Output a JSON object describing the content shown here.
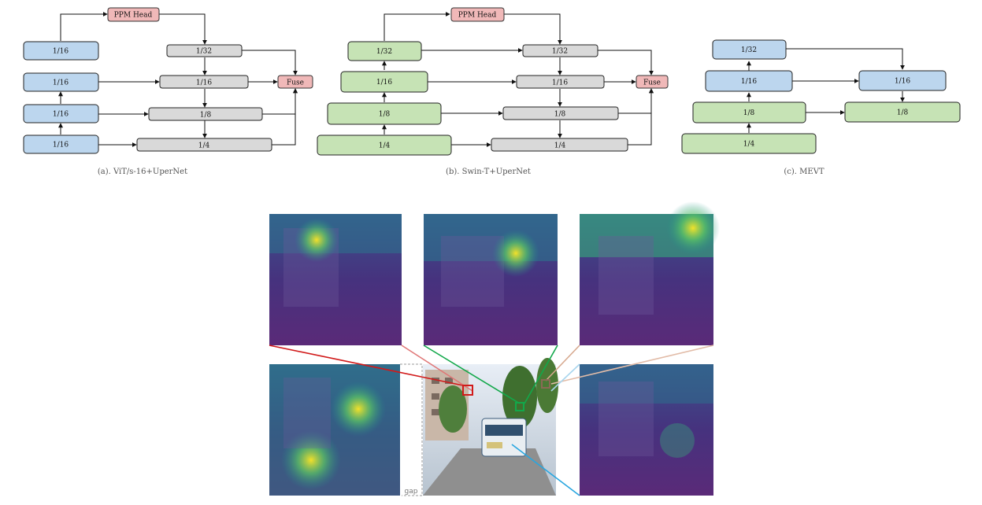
{
  "colors": {
    "blue": "#bcd6ee",
    "green": "#c6e3b5",
    "gray": "#d9d9d9",
    "pink": "#f0b8b8",
    "red_box": "#d11a1a",
    "green_box": "#12a84a",
    "tan_box": "#d7a98f",
    "blue_line": "#27a6e0"
  },
  "diagram_a": {
    "ppm": "PPM Head",
    "fuse": "Fuse",
    "enc": [
      "1/16",
      "1/16",
      "1/16",
      "1/16"
    ],
    "dec": [
      "1/32",
      "1/16",
      "1/8",
      "1/4"
    ],
    "caption": "(a). ViT/s-16+UperNet"
  },
  "diagram_b": {
    "ppm": "PPM Head",
    "fuse": "Fuse",
    "enc": [
      "1/32",
      "1/16",
      "1/8",
      "1/4"
    ],
    "dec": [
      "1/32",
      "1/16",
      "1/8",
      "1/4"
    ],
    "caption": "(b). Swin-T+UperNet"
  },
  "diagram_c": {
    "enc": [
      "1/32",
      "1/16",
      "1/8",
      "1/4"
    ],
    "dec": [
      "1/16",
      "1/8"
    ],
    "caption": "(c). MEVT"
  },
  "attention": {
    "gap_label": "gap",
    "icon": "attention-heatmap"
  }
}
